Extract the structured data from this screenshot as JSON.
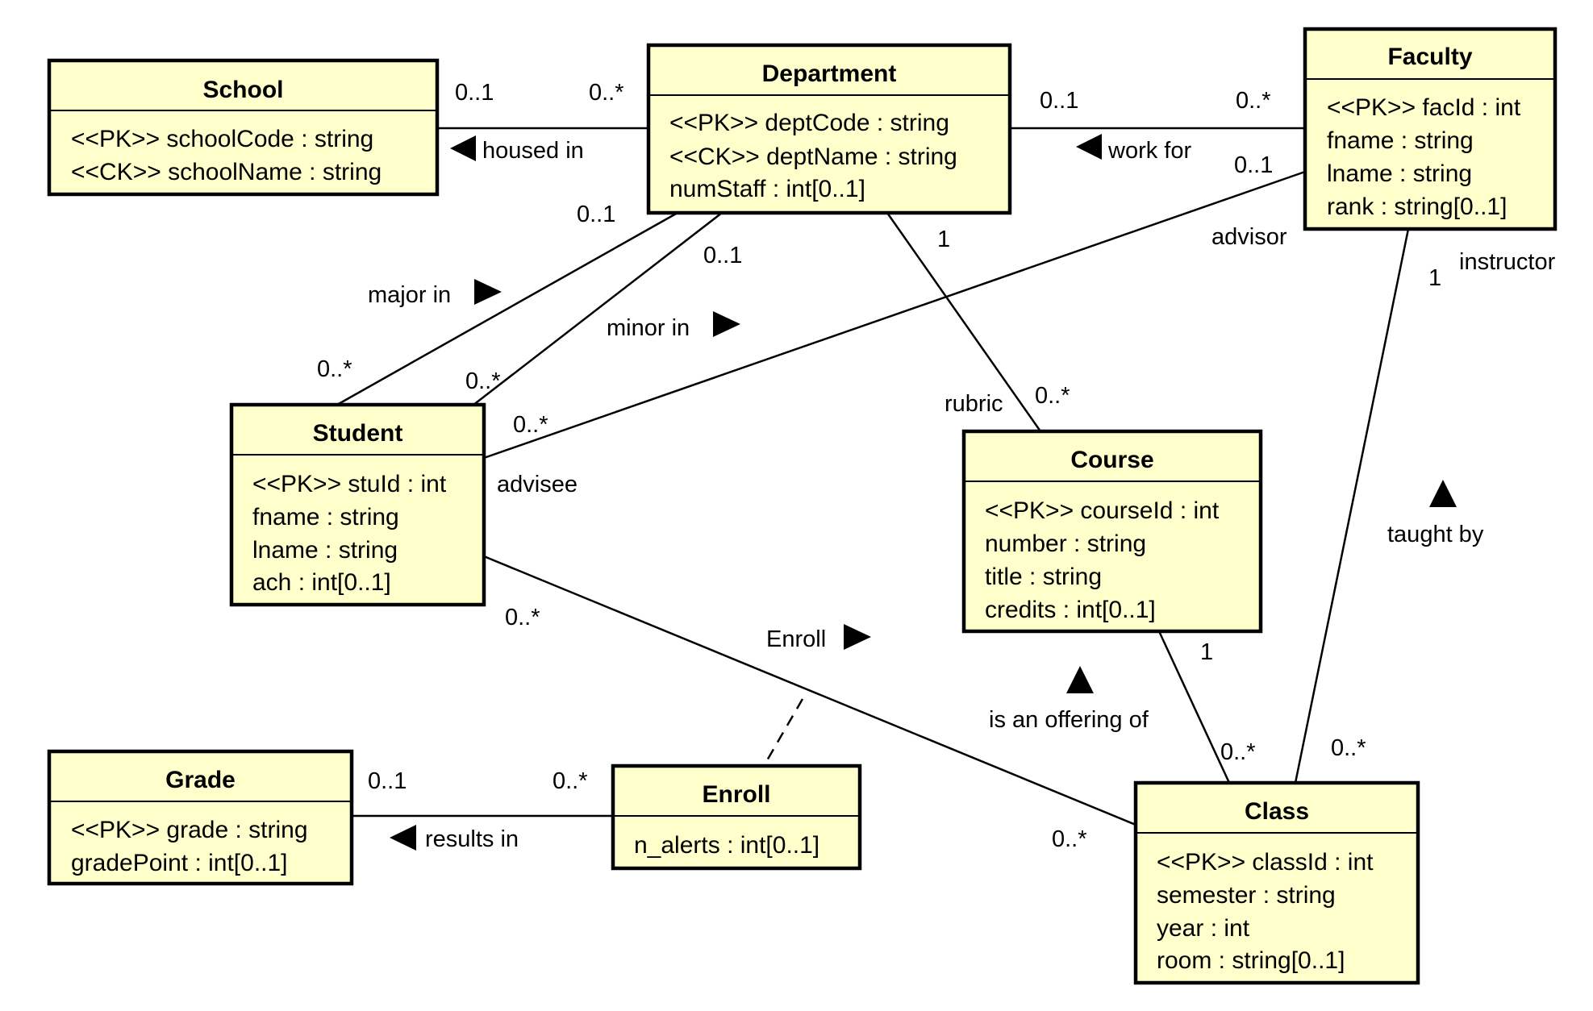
{
  "classes": {
    "school": {
      "title": "School",
      "attrs": [
        "<<PK>> schoolCode : string",
        "<<CK>> schoolName : string"
      ]
    },
    "department": {
      "title": "Department",
      "attrs": [
        "<<PK>> deptCode : string",
        "<<CK>> deptName : string",
        "numStaff : int[0..1]"
      ]
    },
    "faculty": {
      "title": "Faculty",
      "attrs": [
        "<<PK>> facId : int",
        "fname : string",
        "lname : string",
        "rank : string[0..1]"
      ]
    },
    "student": {
      "title": "Student",
      "attrs": [
        "<<PK>> stuId : int",
        "fname : string",
        "lname : string",
        "ach : int[0..1]"
      ]
    },
    "course": {
      "title": "Course",
      "attrs": [
        "<<PK>> courseId : int",
        "number : string",
        "title : string",
        "credits : int[0..1]"
      ]
    },
    "grade": {
      "title": "Grade",
      "attrs": [
        "<<PK>> grade : string",
        "gradePoint : int[0..1]"
      ]
    },
    "enroll": {
      "title": "Enroll",
      "attrs": [
        "n_alerts : int[0..1]"
      ]
    },
    "class": {
      "title": "Class",
      "attrs": [
        "<<PK>> classId : int",
        "semester : string",
        "year : int",
        "room : string[0..1]"
      ]
    }
  },
  "associations": {
    "housed_in": {
      "name": "housed in",
      "mult_school": "0..1",
      "mult_dept": "0..*"
    },
    "work_for": {
      "name": "work for",
      "mult_dept": "0..1",
      "mult_faculty": "0..*"
    },
    "major_in": {
      "name": "major in",
      "mult_dept": "0..1",
      "mult_student": "0..*"
    },
    "minor_in": {
      "name": "minor in",
      "mult_dept": "0..1",
      "mult_student": "0..*"
    },
    "advisor": {
      "role_faculty": "advisor",
      "role_student": "advisee",
      "mult_faculty": "0..1",
      "mult_student": "0..*"
    },
    "rubric": {
      "role": "rubric",
      "mult_dept": "1",
      "mult_course": "0..*"
    },
    "taught_by": {
      "name": "taught by",
      "role": "instructor",
      "mult_faculty": "1",
      "mult_class": "0..*"
    },
    "offering": {
      "name": "is an offering of",
      "mult_course": "1",
      "mult_class": "0..*"
    },
    "enroll": {
      "name": "Enroll",
      "mult_student": "0..*",
      "mult_class": "0..*"
    },
    "results_in": {
      "name": "results in",
      "mult_grade": "0..1",
      "mult_enroll": "0..*"
    }
  },
  "colors": {
    "class_fill": "#ffffcc",
    "stroke": "#000000"
  }
}
